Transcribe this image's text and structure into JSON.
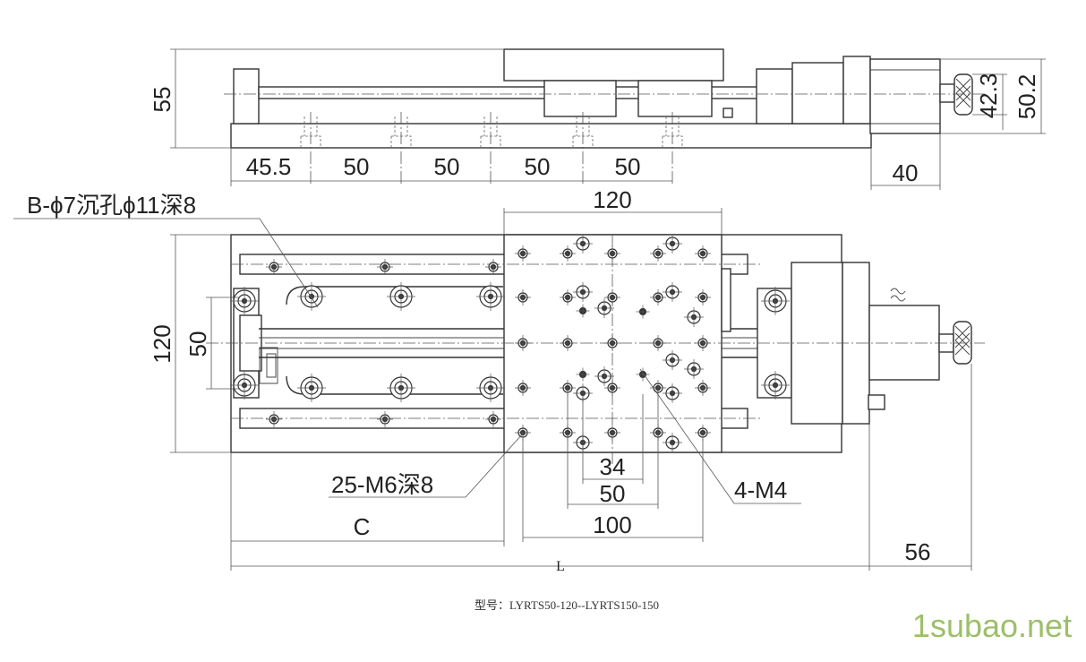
{
  "side_view": {
    "height_label": "55",
    "pitch_labels": [
      "45.5",
      "50",
      "50",
      "50",
      "50"
    ],
    "motor_width_label": "40",
    "knob_height_label": "42.3",
    "total_height_label": "50.2"
  },
  "top_view": {
    "table_width_label": "120",
    "base_height_label": "120",
    "rail_spacing_label": "50",
    "counterbore_callout": "B-ϕ7沉孔ϕ11深8",
    "thread_callout": "25-M6深8",
    "m4_callout": "4-M4",
    "hole_spacing_34": "34",
    "hole_spacing_50": "50",
    "hole_spacing_100": "100",
    "offset_c_label": "C",
    "length_l_label": "L",
    "motor_length_label": "56"
  },
  "model_text": "型号：LYRTS50-120--LYRTS150-150",
  "watermark": "1subao.net"
}
